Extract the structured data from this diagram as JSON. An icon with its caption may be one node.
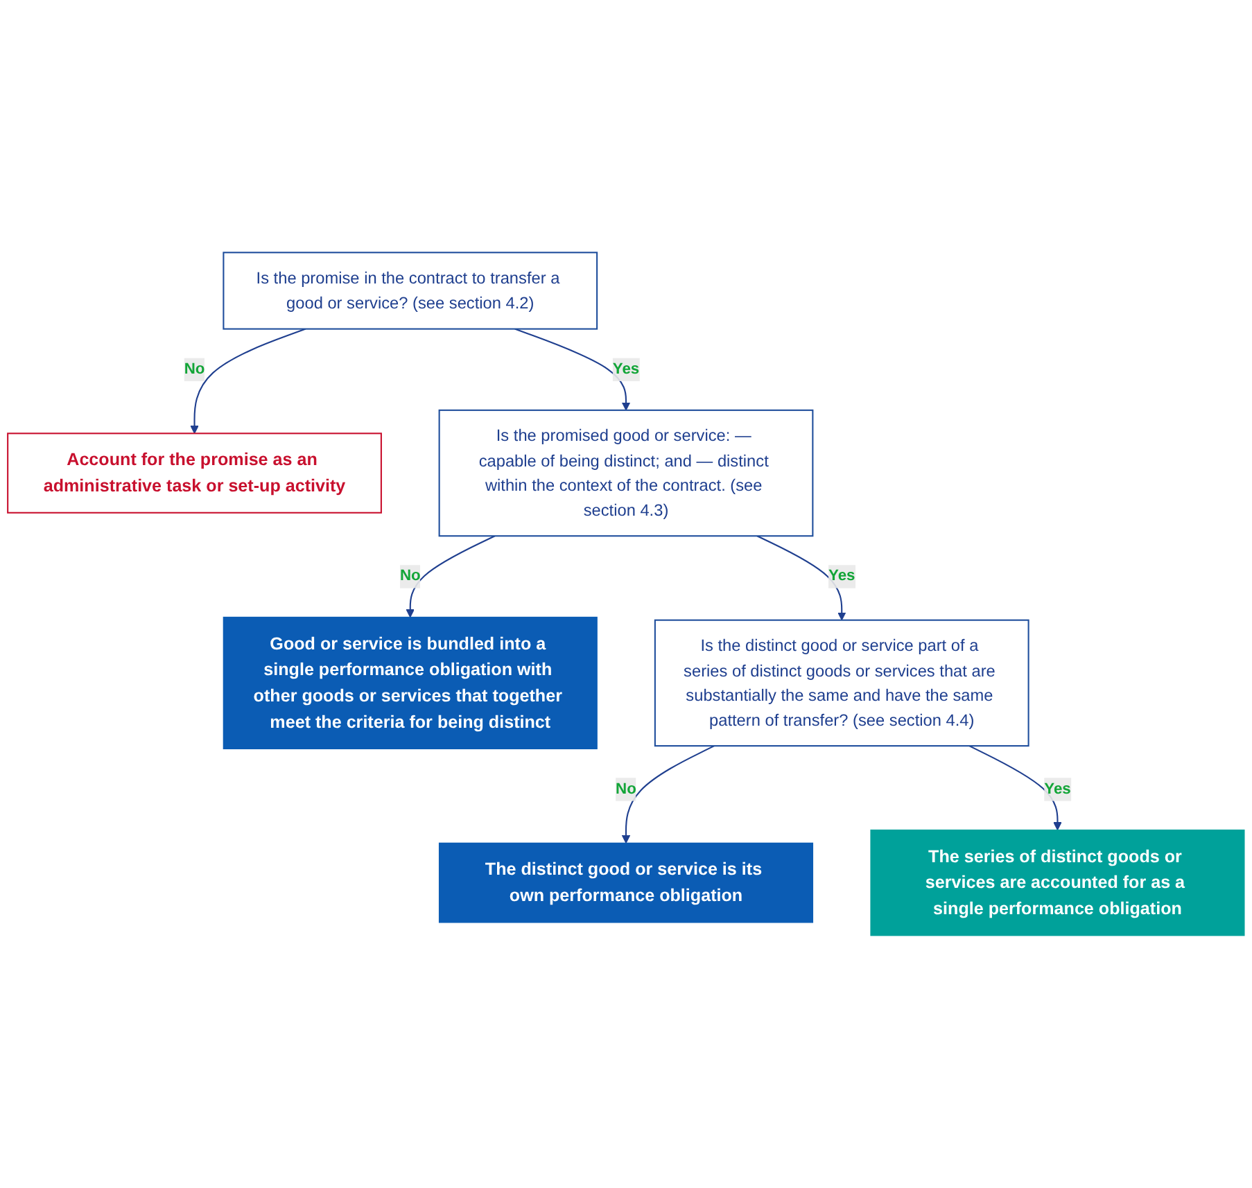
{
  "diagram": {
    "nodes": [
      {
        "text": [
          "Is the promise in the contract to transfer a good or service? (see section 4.2)"
        ]
      },
      {
        "text": [
          "Account for the promise as an administrative task or set-up activity"
        ]
      },
      {
        "text": [
          "Is the promised good or service: — capable of being distinct; and — distinct within the context of the contract. (see section 4.3)"
        ]
      },
      {
        "text": [
          "Good or service is bundled into a single performance obligation with other goods or services that together meet the criteria for being distinct"
        ]
      },
      {
        "text": [
          "Is the distinct good or service part of a series of distinct goods or services that are substantially the same and have the same pattern of transfer? (see section 4.4)"
        ]
      },
      {
        "text": [
          "The distinct good or service is its own performance obligation"
        ]
      },
      {
        "text": [
          "The series of distinct goods or services are accounted for as a single performance obligation"
        ]
      }
    ],
    "edges": [
      {
        "from": 0,
        "to": 1,
        "arrow": "to",
        "label": "No"
      },
      {
        "from": 0,
        "to": 2,
        "arrow": "to",
        "label": "Yes"
      },
      {
        "from": 2,
        "to": 3,
        "arrow": "to",
        "label": "No"
      },
      {
        "from": 2,
        "to": 4,
        "arrow": "to",
        "label": "Yes"
      },
      {
        "from": 4,
        "to": 5,
        "arrow": "to",
        "label": "No"
      },
      {
        "from": 4,
        "to": 6,
        "arrow": "to",
        "label": "Yes"
      }
    ]
  }
}
